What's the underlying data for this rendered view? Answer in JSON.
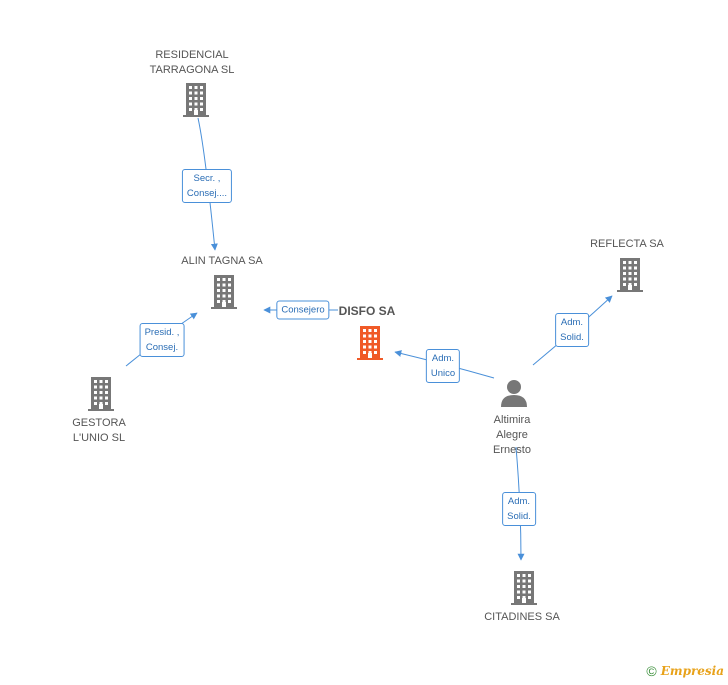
{
  "colors": {
    "building": "#777777",
    "main_building": "#f05a28",
    "edge": "#4a90d9",
    "person": "#777777"
  },
  "nodes": [
    {
      "id": "residencial",
      "label": "RESIDENCIAL\nTARRAGONA SL",
      "icon": "building-icon"
    },
    {
      "id": "alintagna",
      "label": "ALIN TAGNA SA",
      "icon": "building-icon"
    },
    {
      "id": "disfo",
      "label": "DISFO SA",
      "icon": "building-icon",
      "main": true
    },
    {
      "id": "gestora",
      "label": "GESTORA\nL'UNIO  SL",
      "icon": "building-icon"
    },
    {
      "id": "reflecta",
      "label": "REFLECTA SA",
      "icon": "building-icon"
    },
    {
      "id": "altimira",
      "label": "Altimira\nAlegre\nErnesto",
      "icon": "person-icon"
    },
    {
      "id": "citadines",
      "label": "CITADINES SA",
      "icon": "building-icon"
    }
  ],
  "edges": [
    {
      "from": "residencial",
      "to": "alintagna",
      "label": "Secr. ,\nConsej...."
    },
    {
      "from": "gestora",
      "to": "alintagna",
      "label": "Presid. ,\nConsej."
    },
    {
      "from": "disfo",
      "to": "alintagna",
      "label": "Consejero"
    },
    {
      "from": "altimira",
      "to": "disfo",
      "label": "Adm.\nUnico"
    },
    {
      "from": "altimira",
      "to": "reflecta",
      "label": "Adm.\nSolid."
    },
    {
      "from": "altimira",
      "to": "citadines",
      "label": "Adm.\nSolid."
    }
  ],
  "footer": {
    "copyright_symbol": "©",
    "brand": "Empresia"
  }
}
